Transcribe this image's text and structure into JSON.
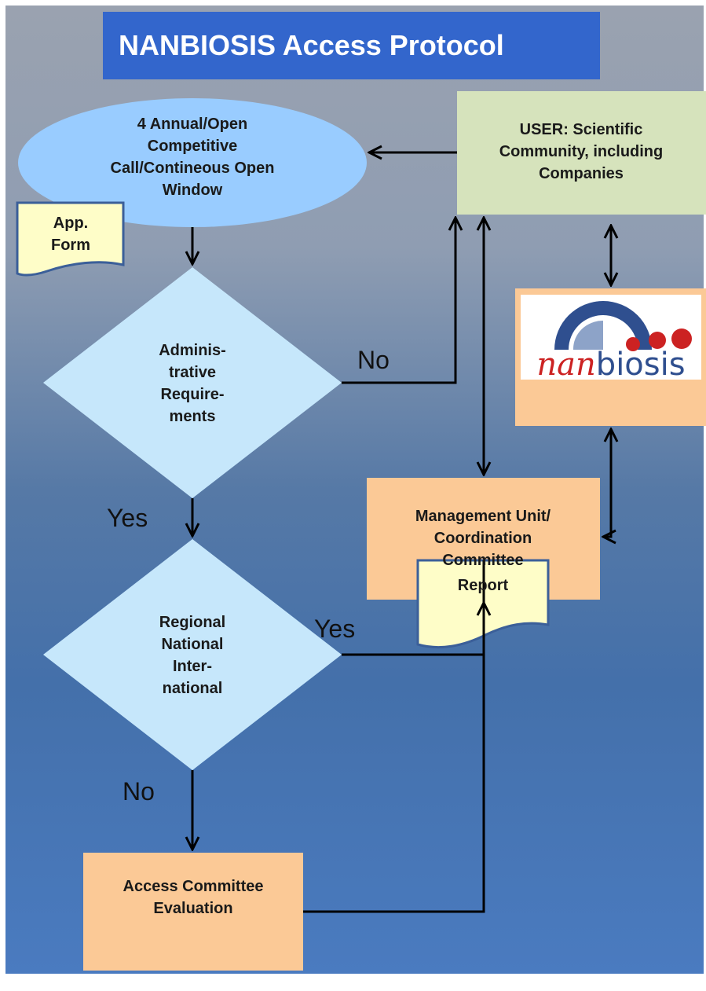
{
  "title": "NANBIOSIS Access Protocol",
  "nodes": {
    "open_call": "4 Annual/Open\nCompetitive\nCall/Contineous Open\nWindow",
    "app_form": "App.\nForm",
    "user": "USER: Scientific\nCommunity, including\nCompanies",
    "admin_requirements": "Adminis-\ntrative\nRequire-\nments",
    "scope": "Regional\nNational\nInter-\nnational",
    "management_unit": "Management Unit/\nCoordination\nCommittee",
    "access_committee": "Access Committee\nEvaluation",
    "report": "Report"
  },
  "logo": {
    "text_italic": "nan",
    "text_plain": "biosis"
  },
  "edge_labels": {
    "admin_no": "No",
    "admin_yes": "Yes",
    "scope_yes": "Yes",
    "scope_no": "No"
  },
  "colors": {
    "title_bg": "#3366cc",
    "ellipse": "#99ccff",
    "user_box": "#d6e3bc",
    "diamond": "#c6e7fb",
    "orange_box": "#fbc996",
    "document": "#fefdc8",
    "logo_blue": "#2f4f8f",
    "logo_red": "#cc2222"
  }
}
